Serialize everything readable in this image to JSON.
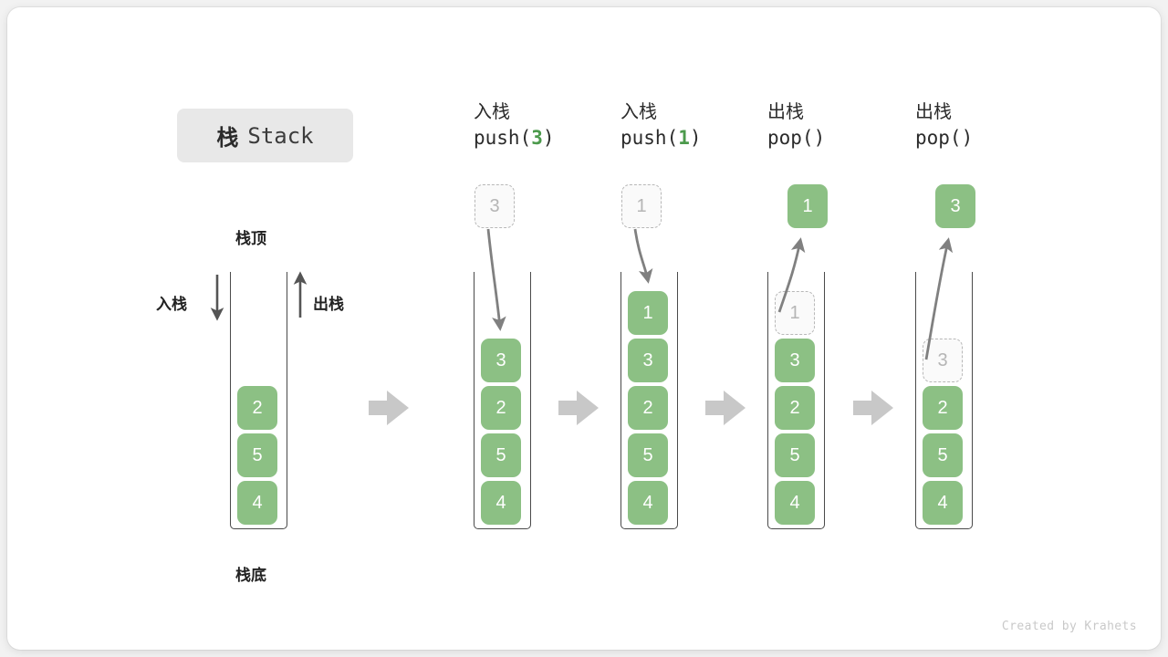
{
  "title": {
    "cn": "栈",
    "en": "Stack"
  },
  "legend": {
    "top_label": "栈顶",
    "bottom_label": "栈底",
    "push_label": "入栈",
    "pop_label": "出栈"
  },
  "colors": {
    "green": "#8cc084",
    "arrow_gray": "#808080",
    "ghost_border": "#b8b8b8",
    "ghost_text": "#b5b5b5",
    "badge_bg": "#e8e8e8",
    "accent_code": "#4c9a4c"
  },
  "icons": {
    "step_arrow": "right-block-arrow-icon",
    "push_dir_arrow": "down-arrow-icon",
    "pop_dir_arrow": "up-arrow-icon",
    "flow_arrow": "curved-arrow-icon"
  },
  "columns": [
    {
      "id": "initial",
      "head_cn": "",
      "head_code": "",
      "head_arg": "",
      "external": null,
      "cells": [
        "2",
        "5",
        "4"
      ],
      "ghost_index": -1
    },
    {
      "id": "push-3",
      "head_cn": "入栈",
      "head_code_pre": "push(",
      "head_arg": "3",
      "head_code_post": ")",
      "external": {
        "value": "3",
        "style": "ghost"
      },
      "cells": [
        "3",
        "2",
        "5",
        "4"
      ],
      "ghost_index": -1
    },
    {
      "id": "push-1",
      "head_cn": "入栈",
      "head_code_pre": "push(",
      "head_arg": "1",
      "head_code_post": ")",
      "external": {
        "value": "1",
        "style": "ghost"
      },
      "cells": [
        "1",
        "3",
        "2",
        "5",
        "4"
      ],
      "ghost_index": -1
    },
    {
      "id": "pop-1",
      "head_cn": "出栈",
      "head_code_pre": "pop(",
      "head_arg": "",
      "head_code_post": ")",
      "external": {
        "value": "1",
        "style": "green"
      },
      "cells": [
        "1",
        "3",
        "2",
        "5",
        "4"
      ],
      "ghost_index": 0
    },
    {
      "id": "pop-3",
      "head_cn": "出栈",
      "head_code_pre": "pop(",
      "head_arg": "",
      "head_code_post": ")",
      "external": {
        "value": "3",
        "style": "green"
      },
      "cells": [
        "3",
        "2",
        "5",
        "4"
      ],
      "ghost_index": 0
    }
  ],
  "credit": "Created by Krahets"
}
